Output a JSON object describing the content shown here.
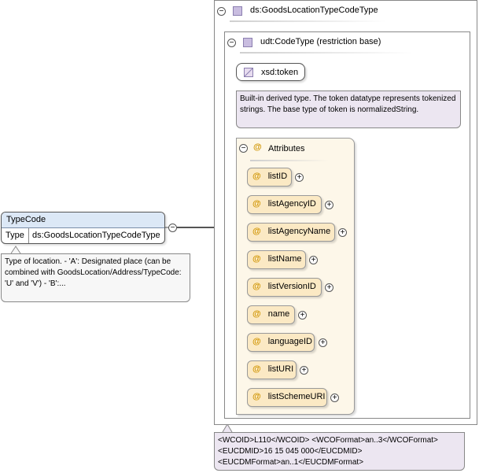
{
  "element": {
    "name": "TypeCode",
    "type_label": "Type",
    "type_value": "ds:GoodsLocationTypeCodeType"
  },
  "element_doc": "Type of location. - 'A': Designated place (can be combined with GoodsLocation/Address/TypeCode: 'U' and 'V') - 'B':...",
  "complex_type": {
    "name": "ds:GoodsLocationTypeCodeType"
  },
  "restriction_base": {
    "name": "udt:CodeType (restriction base)"
  },
  "simple_type": {
    "name": "xsd:token",
    "doc": "Built-in derived type. The token datatype represents tokenized strings. The base type of token is normalizedString."
  },
  "attributes": {
    "title": "Attributes",
    "items": [
      "listID",
      "listAgencyID",
      "listAgencyName",
      "listName",
      "listVersionID",
      "name",
      "languageID",
      "listURI",
      "listSchemeURI"
    ]
  },
  "type_appinfo": {
    "line1": "<WCOID>L110</WCOID> <WCOFormat>an..3</WCOFormat>",
    "line2": "<EUCDMID>16 15 045 000</EUCDMID>",
    "line3": "<EUCDMFormat>an..1</EUCDMFormat>"
  },
  "symbols": {
    "collapse": "−",
    "expand": "+",
    "attribute": "@"
  }
}
